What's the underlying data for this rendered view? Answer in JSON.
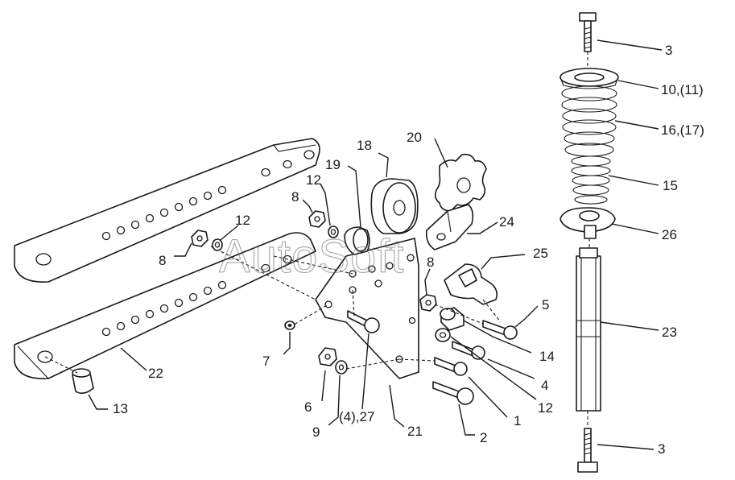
{
  "watermark": "AutoSoft",
  "callouts": {
    "c1": "1",
    "c2": "2",
    "c3_top": "3",
    "c3_bottom": "3",
    "c4": "4",
    "c5": "5",
    "c6": "6",
    "c7": "7",
    "c8_left": "8",
    "c8_mid": "8",
    "c8_right": "8",
    "c9": "9",
    "c10": "10,(11)",
    "c12_top": "12",
    "c12_left": "12",
    "c12_right": "12",
    "c13": "13",
    "c14": "14",
    "c15": "15",
    "c16": "16,(17)",
    "c18": "18",
    "c19": "19",
    "c20": "20",
    "c21": "21",
    "c22": "22",
    "c23": "23",
    "c24": "24",
    "c25": "25",
    "c26": "26",
    "c27": "(4),27"
  }
}
